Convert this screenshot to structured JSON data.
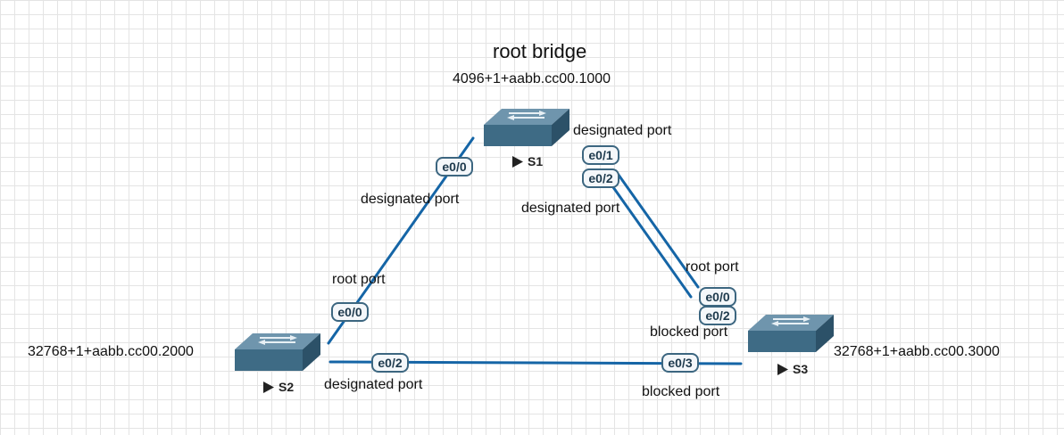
{
  "title": "root bridge",
  "devices": {
    "s1": {
      "name": "S1",
      "bridge_id": "4096+1+aabb.cc00.1000"
    },
    "s2": {
      "name": "S2",
      "bridge_id": "32768+1+aabb.cc00.2000"
    },
    "s3": {
      "name": "S3",
      "bridge_id": "32768+1+aabb.cc00.3000"
    }
  },
  "ports": {
    "s1_e0_0": "e0/0",
    "s1_e0_1": "e0/1",
    "s1_e0_2": "e0/2",
    "s2_e0_0": "e0/0",
    "s2_e0_2": "e0/2",
    "s3_e0_0": "e0/0",
    "s3_e0_2": "e0/2",
    "s3_e0_3": "e0/3"
  },
  "roles": {
    "s1_e0_0": "designated port",
    "s1_e0_1": "designated port",
    "s1_e0_2": "designated port",
    "s2_e0_0": "root port",
    "s2_e0_2": "designated port",
    "s3_e0_0": "root port",
    "s3_e0_2": "blocked port",
    "s3_e0_3": "blocked port"
  },
  "colors": {
    "link": "#1565a6",
    "switch": "#3e6b85",
    "port_border": "#3c6680"
  },
  "icons": {
    "switch": "switch-icon",
    "play": "play-icon"
  }
}
